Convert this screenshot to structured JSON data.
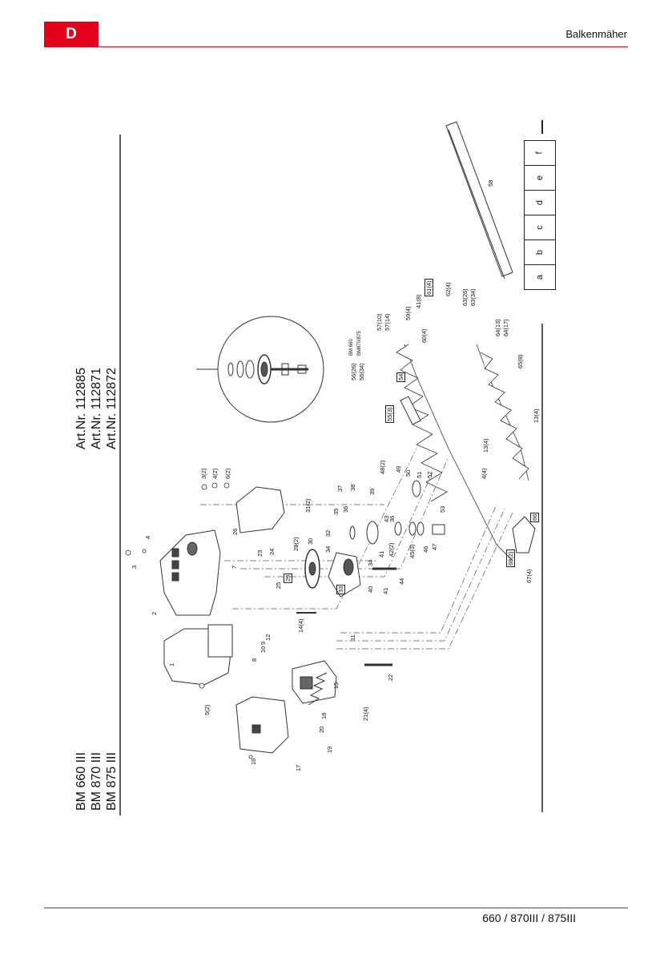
{
  "header": {
    "language_tab": "D",
    "section_title": "Balkenmäher"
  },
  "footer": {
    "models": "660 / 870III / 875III"
  },
  "models": [
    "BM 660 III",
    "BM 870 III",
    "BM 875 III"
  ],
  "article_numbers": [
    "Art.Nr. 112885",
    "Art.Nr. 112871",
    "Art.Nr. 112872"
  ],
  "grid_labels": [
    "a",
    "b",
    "c",
    "d",
    "e",
    "f"
  ],
  "part_labels": {
    "p1": "1",
    "p2": "2",
    "p3": "3",
    "p4": "4",
    "p5": "5(2)",
    "p7": "7",
    "p8": "8",
    "p9": "9",
    "p10": "10",
    "p11": "11",
    "p12": "12",
    "p13a": "13(4)",
    "p13b": "13(4)",
    "p14": "14(4)",
    "p15": "15",
    "p16": "16",
    "p17": "17",
    "p18": "18",
    "p19": "19",
    "p20": "20",
    "p21": "21(4)",
    "p22": "22",
    "p23": "23",
    "p24": "24",
    "p25": "25",
    "p26": "26",
    "p28": "28(2)",
    "p29": "29",
    "p30": "30",
    "p31": "31(2)",
    "p32": "32",
    "p33": "33",
    "p34a": "34",
    "p34b": "34",
    "p35": "35",
    "p36a": "36",
    "p36b": "36",
    "p37": "37",
    "p38": "38",
    "p39": "39",
    "p40": "40",
    "p41a": "41",
    "p41b": "41",
    "p41c": "41(8)",
    "p42": "42(2)",
    "p43": "43",
    "p44": "44",
    "p45": "45(3)",
    "p46": "46",
    "p47": "47",
    "p48": "48(2)",
    "p49": "49",
    "p50": "50",
    "p51": "51",
    "p52": "52",
    "p53": "53",
    "p54": "54",
    "p55": "55(3)",
    "p56a": "56(26)",
    "p56b": "56(34)",
    "p57a": "57(10)",
    "p57b": "57(14)",
    "p58": "58",
    "p59": "59(4)",
    "p60": "60(4)",
    "p61": "61(4)",
    "p62": "62(4)",
    "p63a": "63(26)",
    "p63b": "63(34)",
    "p64a": "64(13)",
    "p64b": "64(17)",
    "p65": "65(8)",
    "p66": "66",
    "p67": "67(4)",
    "p68": "68(2)",
    "p4b": "4(4)",
    "p3b": "3(2)",
    "p4c": "4(2)",
    "p6": "6(2)"
  },
  "variant_notes": {
    "bm660": "BM 660",
    "bm870875": "BM870/875"
  }
}
